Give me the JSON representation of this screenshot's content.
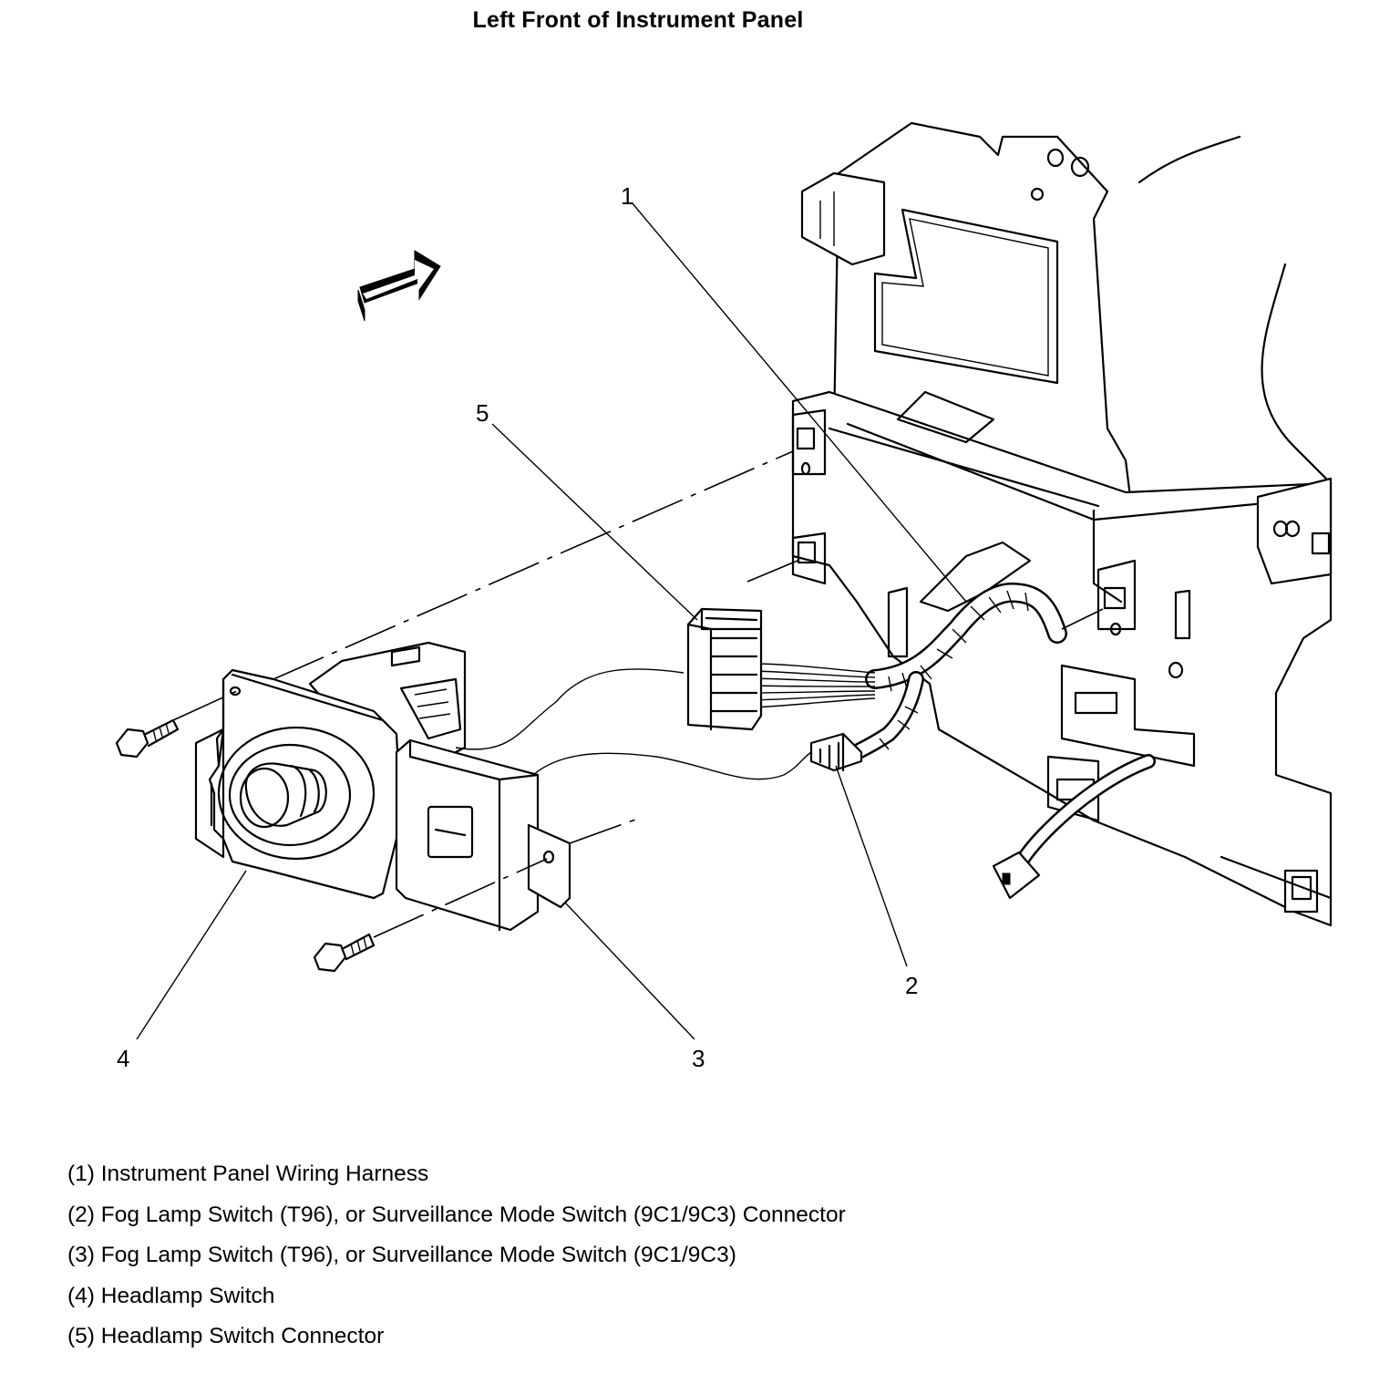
{
  "title": "Left Front of Instrument Panel",
  "callouts": {
    "c1": "1",
    "c2": "2",
    "c3": "3",
    "c4": "4",
    "c5": "5"
  },
  "legend": [
    "(1) Instrument Panel Wiring Harness",
    "(2) Fog Lamp Switch (T96), or Surveillance Mode Switch (9C1/9C3) Connector",
    "(3) Fog Lamp Switch (T96), or Surveillance Mode Switch (9C1/9C3)",
    "(4) Headlamp Switch",
    "(5) Headlamp Switch Connector"
  ]
}
